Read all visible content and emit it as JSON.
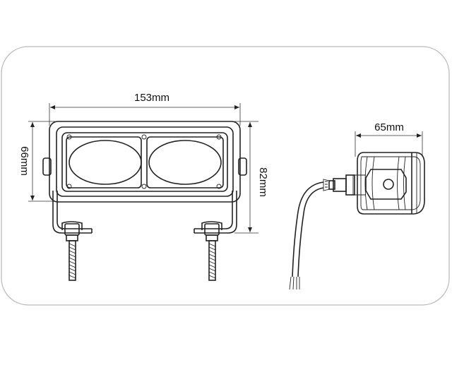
{
  "dimensions": {
    "width": "153mm",
    "height_front": "66mm",
    "height_overall": "82mm",
    "depth": "65mm"
  }
}
